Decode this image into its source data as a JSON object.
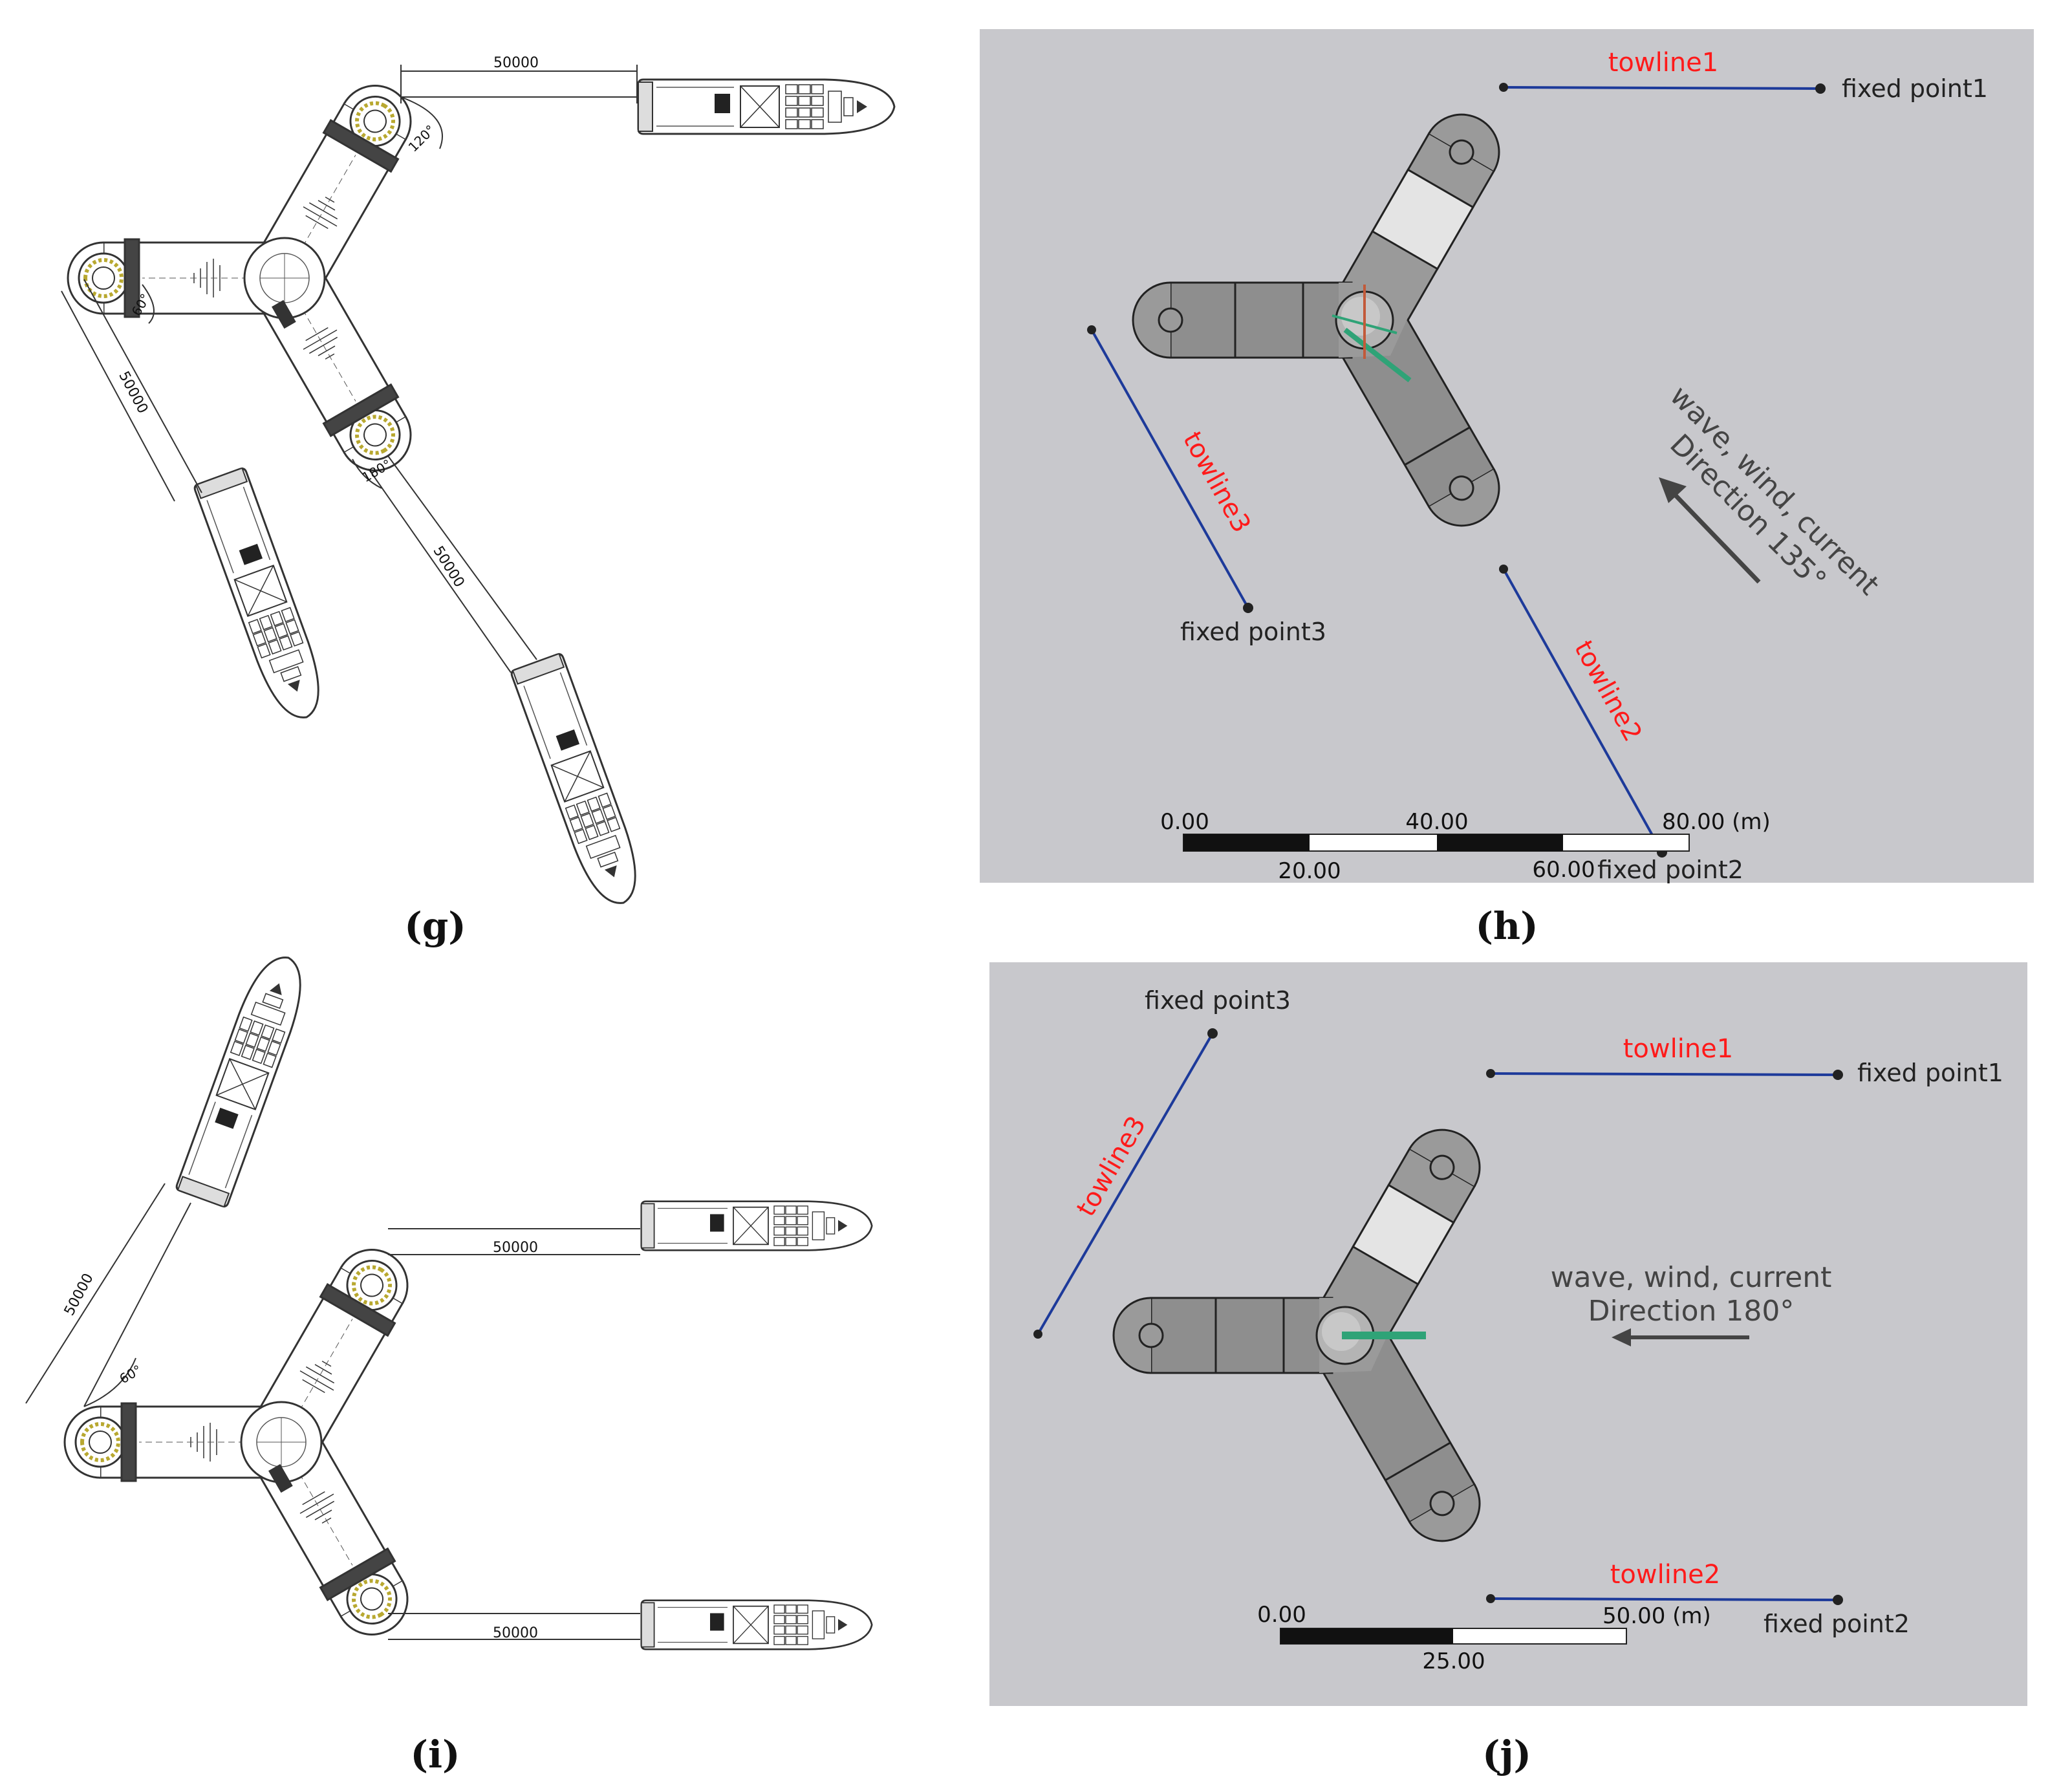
{
  "colors": {
    "panel_bg": "#c8c8cc",
    "platform_fill": "#9a9a9a",
    "platform_fill_dark": "#8e8e8e",
    "platform_light": "#e4e4e4",
    "towline": "#1d3a9a",
    "towline_label": "#ff1a1a",
    "arrow": "#444444",
    "drawing_line": "#333333",
    "green_marker": "#2fa377"
  },
  "captions": {
    "g": "(g)",
    "h": "(h)",
    "i": "(i)",
    "j": "(j)"
  },
  "panel_g": {
    "dim_top": "50000",
    "dim_left": "50000",
    "dim_diag": "50000",
    "angle_top": "120°",
    "angle_left": "60°",
    "angle_bottom": "180°"
  },
  "panel_h": {
    "towline1": "towline1",
    "towline2": "towline2",
    "towline3": "towline3",
    "fixed_point1": "fixed point1",
    "fixed_point2": "fixed point2",
    "fixed_point3": "fixed point3",
    "direction_line1": "wave, wind, current",
    "direction_line2": "Direction 135°",
    "scale_0": "0.00",
    "scale_20": "20.00",
    "scale_40": "40.00",
    "scale_60": "60.00",
    "scale_80": "80.00 (m)"
  },
  "panel_i": {
    "dim_top": "50000",
    "dim_left": "50000",
    "dim_bottom": "50000",
    "angle_left": "60°"
  },
  "panel_j": {
    "towline1": "towline1",
    "towline2": "towline2",
    "towline3": "towline3",
    "fixed_point1": "fixed point1",
    "fixed_point2": "fixed point2",
    "fixed_point3": "fixed point3",
    "direction_line1": "wave, wind, current",
    "direction_line2": "Direction 180°",
    "scale_0": "0.00",
    "scale_25": "25.00",
    "scale_50": "50.00 (m)"
  }
}
